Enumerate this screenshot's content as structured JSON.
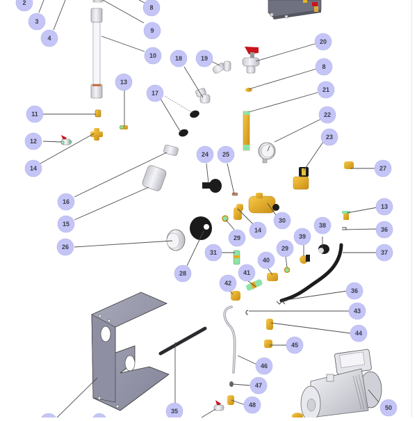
{
  "diagram": {
    "type": "exploded-parts-diagram",
    "colors": {
      "callout_fill": "#c4c5f6",
      "callout_text": "#3a3a4a",
      "leader_line": "#4a4a4a",
      "brass": "#e6a91f",
      "rubber": "#1c1c1c",
      "steel": "#d8d9e0",
      "bracket": "#9596a8",
      "valve_handle": "#c8151b",
      "seal_green": "#8fe3a8"
    },
    "callouts": [
      {
        "id": "c2",
        "label": "2"
      },
      {
        "id": "c3",
        "label": "3"
      },
      {
        "id": "c4",
        "label": "4"
      },
      {
        "id": "c8a",
        "label": "8"
      },
      {
        "id": "c9",
        "label": "9"
      },
      {
        "id": "c10",
        "label": "10"
      },
      {
        "id": "c11",
        "label": "11"
      },
      {
        "id": "c12",
        "label": "12"
      },
      {
        "id": "c13a",
        "label": "13"
      },
      {
        "id": "c14a",
        "label": "14"
      },
      {
        "id": "c15",
        "label": "15"
      },
      {
        "id": "c16",
        "label": "16"
      },
      {
        "id": "c17",
        "label": "17"
      },
      {
        "id": "c18",
        "label": "18"
      },
      {
        "id": "c19",
        "label": "19"
      },
      {
        "id": "c20",
        "label": "20"
      },
      {
        "id": "c8b",
        "label": "8"
      },
      {
        "id": "c21",
        "label": "21"
      },
      {
        "id": "c22",
        "label": "22"
      },
      {
        "id": "c23",
        "label": "23"
      },
      {
        "id": "c24",
        "label": "24"
      },
      {
        "id": "c25",
        "label": "25"
      },
      {
        "id": "c26",
        "label": "26"
      },
      {
        "id": "c27",
        "label": "27"
      },
      {
        "id": "c28",
        "label": "28"
      },
      {
        "id": "c29a",
        "label": "29"
      },
      {
        "id": "c14b",
        "label": "14"
      },
      {
        "id": "c30",
        "label": "30"
      },
      {
        "id": "c13b",
        "label": "13"
      },
      {
        "id": "c36a",
        "label": "36"
      },
      {
        "id": "c38",
        "label": "38"
      },
      {
        "id": "c39",
        "label": "39"
      },
      {
        "id": "c37",
        "label": "37"
      },
      {
        "id": "c31",
        "label": "31"
      },
      {
        "id": "c29b",
        "label": "29"
      },
      {
        "id": "c40",
        "label": "40"
      },
      {
        "id": "c41",
        "label": "41"
      },
      {
        "id": "c42",
        "label": "42"
      },
      {
        "id": "c36b",
        "label": "36"
      },
      {
        "id": "c43",
        "label": "43"
      },
      {
        "id": "c44",
        "label": "44"
      },
      {
        "id": "c45",
        "label": "45"
      },
      {
        "id": "c46",
        "label": "46"
      },
      {
        "id": "c47",
        "label": "47"
      },
      {
        "id": "c48",
        "label": "48"
      },
      {
        "id": "c35",
        "label": "35"
      },
      {
        "id": "c50",
        "label": "50"
      }
    ],
    "parts": [
      "control-box",
      "sight-glass-tube",
      "valve-with-red-handle",
      "brass-nut",
      "brass-fitting-cross",
      "cross-fitting",
      "mini-valve",
      "elbow-fitting",
      "rubber-washer",
      "hose-connector",
      "quick-connector",
      "green-sleeve-tube",
      "pressure-gauge",
      "solenoid-valve",
      "rubber-foot",
      "small-screw",
      "small-gauge",
      "rubber-cap",
      "brass-pump-head",
      "green-seal",
      "brass-tee",
      "brass-nipple",
      "rubber-hose",
      "hose-clamp",
      "wire-clip",
      "brass-elbow",
      "steel-wand",
      "mounting-bracket",
      "rubber-strip",
      "jet-pump"
    ]
  }
}
